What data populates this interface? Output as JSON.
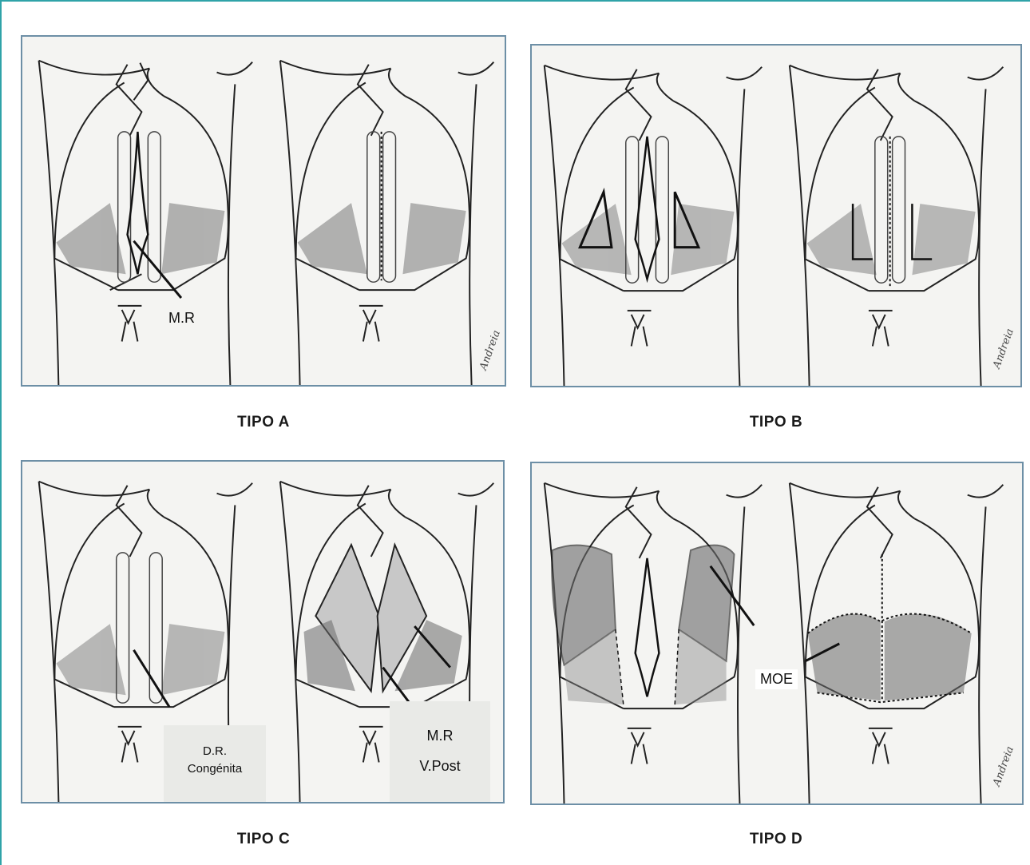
{
  "captions": {
    "a": "TIPO A",
    "b": "TIPO B",
    "c": "TIPO C",
    "d": "TIPO D"
  },
  "labels": {
    "a_mr": "M.R",
    "c_dr_line1": "D.R.",
    "c_dr_line2": "Congénita",
    "c_mr": "M.R",
    "c_vpost": "V.Post",
    "d_moe": "MOE"
  },
  "signature": "Andreia",
  "colors": {
    "frame_accent": "#2fa3a8",
    "panel_border": "#6d8fa6",
    "panel_bg": "#f4f4f2",
    "muscle": "#7a7a7a",
    "sheath_grey": "#c8c8c8"
  }
}
